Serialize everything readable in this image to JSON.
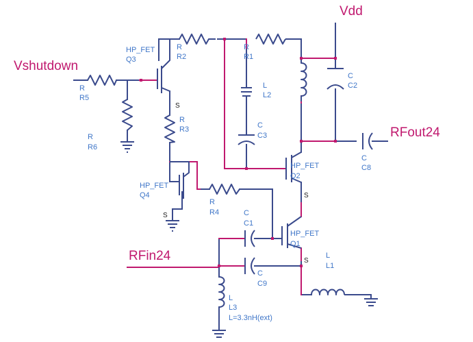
{
  "ports": {
    "vdd": "Vdd",
    "vshutdown": "Vshutdown",
    "rfout": "RFout24",
    "rfin": "RFin24"
  },
  "transistors": [
    {
      "type": "HP_FET",
      "name": "Q3"
    },
    {
      "type": "HP_FET",
      "name": "Q4"
    },
    {
      "type": "HP_FET",
      "name": "Q2"
    },
    {
      "type": "HP_FET",
      "name": "Q1"
    }
  ],
  "resistors": [
    {
      "type": "R",
      "name": "R1"
    },
    {
      "type": "R",
      "name": "R2"
    },
    {
      "type": "R",
      "name": "R3"
    },
    {
      "type": "R",
      "name": "R4"
    },
    {
      "type": "R",
      "name": "R5"
    },
    {
      "type": "R",
      "name": "R6"
    }
  ],
  "capacitors": [
    {
      "type": "C",
      "name": "C1"
    },
    {
      "type": "C",
      "name": "C2"
    },
    {
      "type": "C",
      "name": "C3"
    },
    {
      "type": "C",
      "name": "C8"
    },
    {
      "type": "C",
      "name": "C9"
    }
  ],
  "inductors": [
    {
      "type": "L",
      "name": "L1"
    },
    {
      "type": "L",
      "name": "L2"
    },
    {
      "type": "L",
      "name": "L3",
      "value": "L=3.3nH(ext)"
    }
  ],
  "source_pin": "S",
  "colors": {
    "wire": "#3a4a8c",
    "net_highlight": "#c0186e",
    "label": "#3f76c8"
  }
}
